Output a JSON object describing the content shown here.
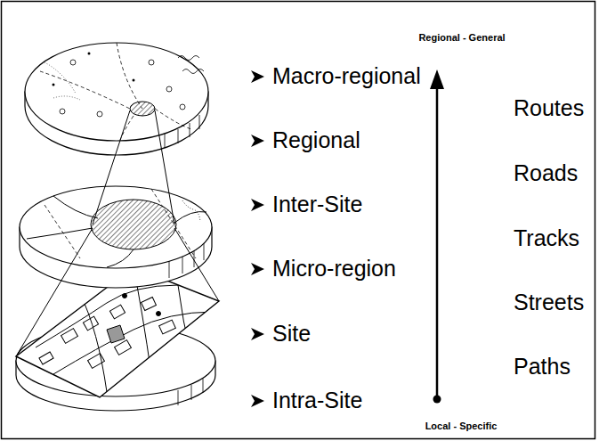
{
  "diagram": {
    "labels": [
      "Regional - General",
      "Macro-regional",
      "Routes",
      "Regional",
      "Roads",
      "Inter-Site",
      "Tracks",
      "Micro-region",
      "Streets",
      "Site",
      "Paths",
      "Intra-Site",
      "Local - Specific"
    ]
  }
}
